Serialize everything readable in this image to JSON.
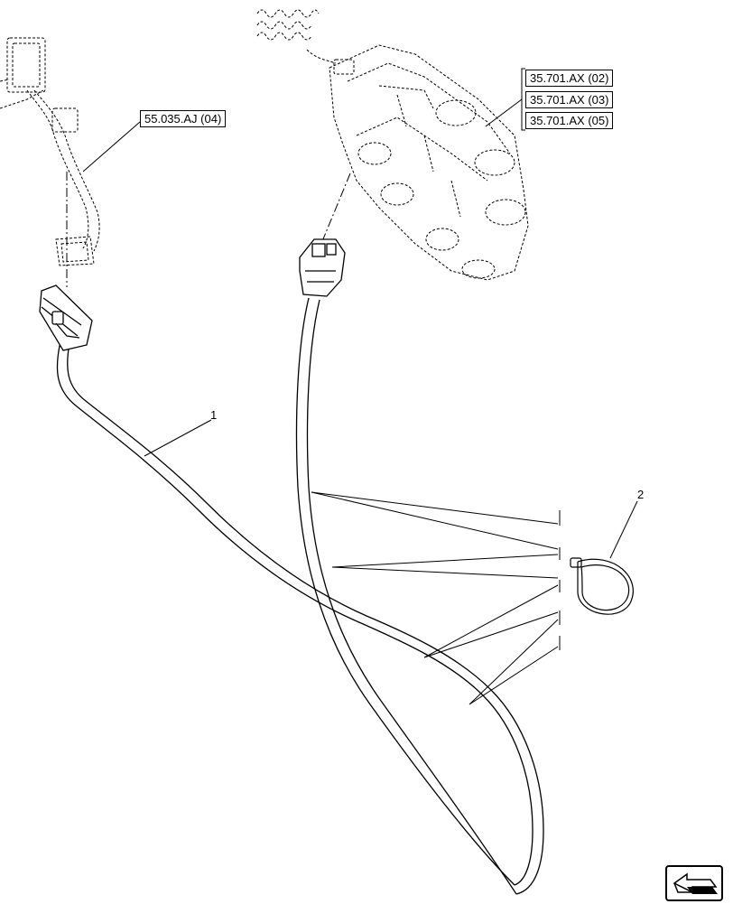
{
  "references": [
    {
      "id": "ref-55-035-aj-04",
      "label": "55.035.AJ (04)"
    },
    {
      "id": "ref-35-701-ax-02",
      "label": "35.701.AX (02)"
    },
    {
      "id": "ref-35-701-ax-03",
      "label": "35.701.AX (03)"
    },
    {
      "id": "ref-35-701-ax-05",
      "label": "35.701.AX (05)"
    }
  ],
  "callouts": {
    "item_1": "1",
    "item_2": "2"
  },
  "icons": {
    "navigation": "page-navigation-arrow-icon"
  }
}
